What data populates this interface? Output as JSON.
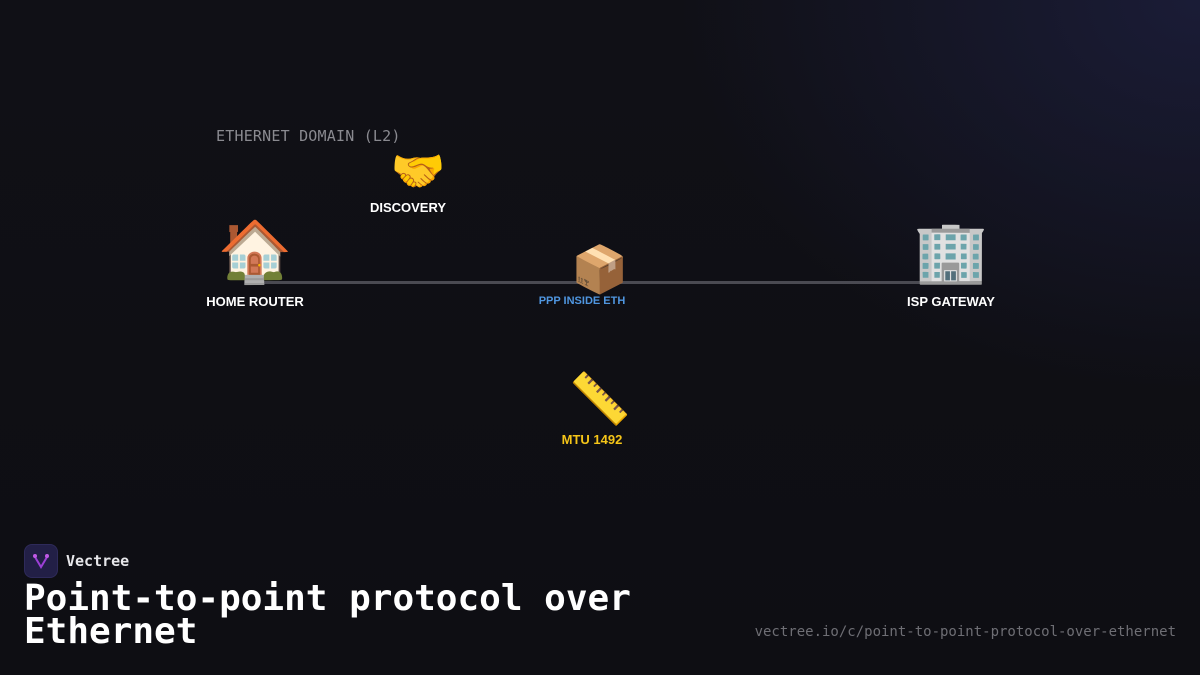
{
  "diagram": {
    "domain_label": "ETHERNET DOMAIN (L2)",
    "nodes": {
      "home_router": {
        "icon": "🏠",
        "icon_name": "house-icon",
        "label": "HOME ROUTER",
        "color": "#ffffff"
      },
      "discovery": {
        "icon": "🤝",
        "icon_name": "handshake-icon",
        "label": "DISCOVERY",
        "color": "#ffffff"
      },
      "ppp_inside_eth": {
        "icon": "📦",
        "icon_name": "package-icon",
        "label": "PPP INSIDE ETH",
        "color": "#4f96e0"
      },
      "isp_gateway": {
        "icon": "🏢",
        "icon_name": "office-building-icon",
        "label": "ISP GATEWAY",
        "color": "#ffffff"
      },
      "mtu": {
        "icon": "📏",
        "icon_name": "ruler-icon",
        "label": "MTU 1492",
        "color": "#f5c518"
      }
    },
    "links": [
      {
        "from": "HOME ROUTER",
        "to": "ISP GATEWAY",
        "via": "PPP INSIDE ETH"
      }
    ]
  },
  "footer": {
    "brand_name": "Vectree",
    "title": "Point-to-point protocol over Ethernet",
    "url": "vectree.io/c/point-to-point-protocol-over-ethernet"
  },
  "colors": {
    "background": "#0f0f14",
    "link": "#4a4a52",
    "accent_blue": "#4f96e0",
    "accent_yellow": "#f5c518",
    "brand_purple": "#9b3fd6"
  }
}
